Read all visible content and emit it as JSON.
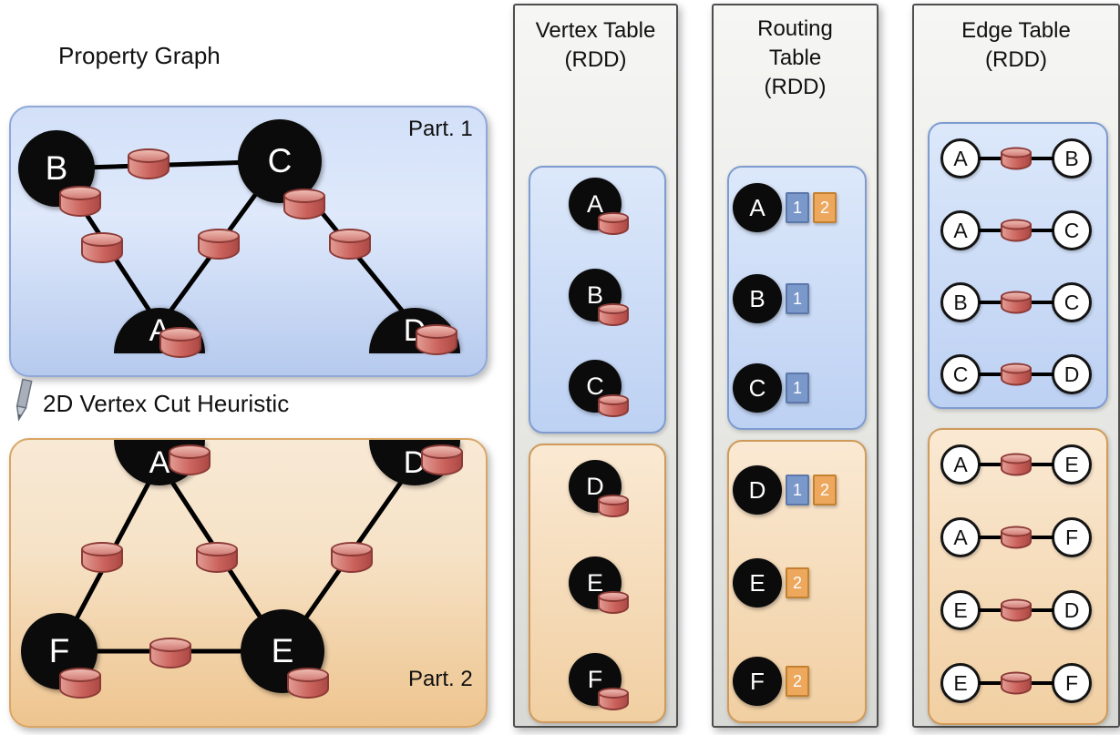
{
  "property_graph": {
    "title": "Property Graph",
    "cut_label": "2D Vertex Cut Heuristic",
    "partition1": {
      "label": "Part. 1",
      "vertices": [
        "B",
        "C",
        "A",
        "D"
      ],
      "edges": [
        [
          "B",
          "C"
        ],
        [
          "B",
          "A"
        ],
        [
          "C",
          "A"
        ],
        [
          "C",
          "D"
        ]
      ]
    },
    "partition2": {
      "label": "Part. 2",
      "vertices": [
        "A",
        "D",
        "F",
        "E"
      ],
      "edges": [
        [
          "A",
          "F"
        ],
        [
          "A",
          "E"
        ],
        [
          "D",
          "E"
        ],
        [
          "F",
          "E"
        ]
      ]
    }
  },
  "vertex_table": {
    "title": [
      "Vertex Table",
      "(RDD)"
    ],
    "part1": [
      "A",
      "B",
      "C"
    ],
    "part2": [
      "D",
      "E",
      "F"
    ]
  },
  "routing_table": {
    "title": [
      "Routing",
      "Table",
      "(RDD)"
    ],
    "part1": [
      {
        "vertex": "A",
        "routes": [
          "1",
          "2"
        ]
      },
      {
        "vertex": "B",
        "routes": [
          "1"
        ]
      },
      {
        "vertex": "C",
        "routes": [
          "1"
        ]
      }
    ],
    "part2": [
      {
        "vertex": "D",
        "routes": [
          "1",
          "2"
        ]
      },
      {
        "vertex": "E",
        "routes": [
          "2"
        ]
      },
      {
        "vertex": "F",
        "routes": [
          "2"
        ]
      }
    ]
  },
  "edge_table": {
    "title": [
      "Edge Table",
      "(RDD)"
    ],
    "part1": [
      [
        "A",
        "B"
      ],
      [
        "A",
        "C"
      ],
      [
        "B",
        "C"
      ],
      [
        "C",
        "D"
      ]
    ],
    "part2": [
      [
        "A",
        "E"
      ],
      [
        "A",
        "F"
      ],
      [
        "E",
        "D"
      ],
      [
        "E",
        "F"
      ]
    ]
  },
  "colors": {
    "partition1_fill": "#cddcf5",
    "partition1_border": "#8fa8d8",
    "partition2_fill": "#f4d9b6",
    "partition2_border": "#d9a564",
    "cylinder_fill": "#cb625c",
    "cylinder_border": "#8c3a36",
    "route1_fill": "#7b98cb",
    "route2_fill": "#eda85e"
  }
}
